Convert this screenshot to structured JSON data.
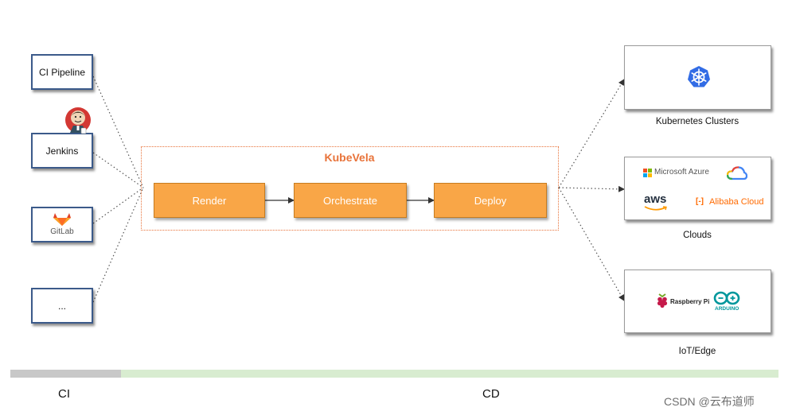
{
  "sources": [
    {
      "id": "ci-pipeline",
      "label": "CI Pipeline"
    },
    {
      "id": "jenkins",
      "label": "Jenkins"
    },
    {
      "id": "gitlab",
      "label": "GitLab",
      "icon": "gitlab-fox-icon"
    },
    {
      "id": "more",
      "label": "..."
    }
  ],
  "jenkins_icon": "jenkins-butler-icon",
  "kubevela": {
    "title": "KubeVela",
    "stages": [
      "Render",
      "Orchestrate",
      "Deploy"
    ]
  },
  "targets": [
    {
      "id": "kubernetes",
      "label": "Kubernetes Clusters",
      "icon": "kubernetes-helm-icon"
    },
    {
      "id": "clouds",
      "label": "Clouds",
      "logos": {
        "azure": "Microsoft Azure",
        "gcp_icon": "google-cloud-icon",
        "aws": "aws",
        "alibaba": "Alibaba Cloud",
        "alibaba_mark": "[-]"
      }
    },
    {
      "id": "iot",
      "label": "IoT/Edge",
      "logos": {
        "raspberry": "Raspberry Pi",
        "arduino": "ARDUINO"
      }
    }
  ],
  "phases": {
    "ci": "CI",
    "cd": "CD"
  },
  "watermark": "CSDN @云布道师",
  "colors": {
    "stage_fill": "#f9a647",
    "kubevela_accent": "#e8733a",
    "source_border": "#3b5a8a",
    "ci_bar": "#c8c8c8",
    "cd_bar": "#d8ecd0",
    "kubernetes_blue": "#326ce5",
    "aws_orange": "#ff9900",
    "alibaba_orange": "#ff6a00",
    "raspberry_red": "#c51a4a",
    "arduino_teal": "#00979c"
  }
}
